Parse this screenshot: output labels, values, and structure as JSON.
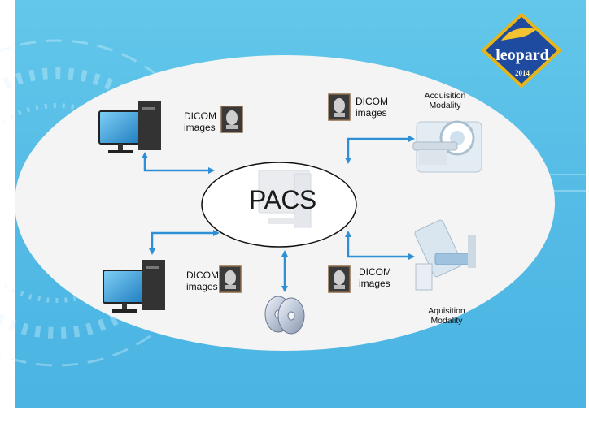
{
  "logo": {
    "name": "leopard",
    "year": "2014"
  },
  "center": {
    "label": "PACS"
  },
  "dicom_labels": [
    {
      "line1": "DICOM",
      "line2": "images"
    },
    {
      "line1": "DICOM",
      "line2": "images"
    },
    {
      "line1": "DICOM",
      "line2": "images"
    },
    {
      "line1": "DICOM",
      "line2": "images"
    }
  ],
  "modalities": [
    {
      "line1": "Acquisition",
      "line2": "Modality"
    },
    {
      "line1": "Aquisition",
      "line2": "Modality"
    }
  ],
  "colors": {
    "background": "#55bce6",
    "ellipse": "#f4f4f4",
    "arrow": "#2e8fd6",
    "logo": "#1e4aa0",
    "logo_border": "#e5b51a"
  },
  "icons": [
    "computer-workstation-icon",
    "dicom-image-icon",
    "mri-scanner-icon",
    "xray-machine-icon",
    "optical-disc-icon",
    "pacs-server-icon"
  ]
}
